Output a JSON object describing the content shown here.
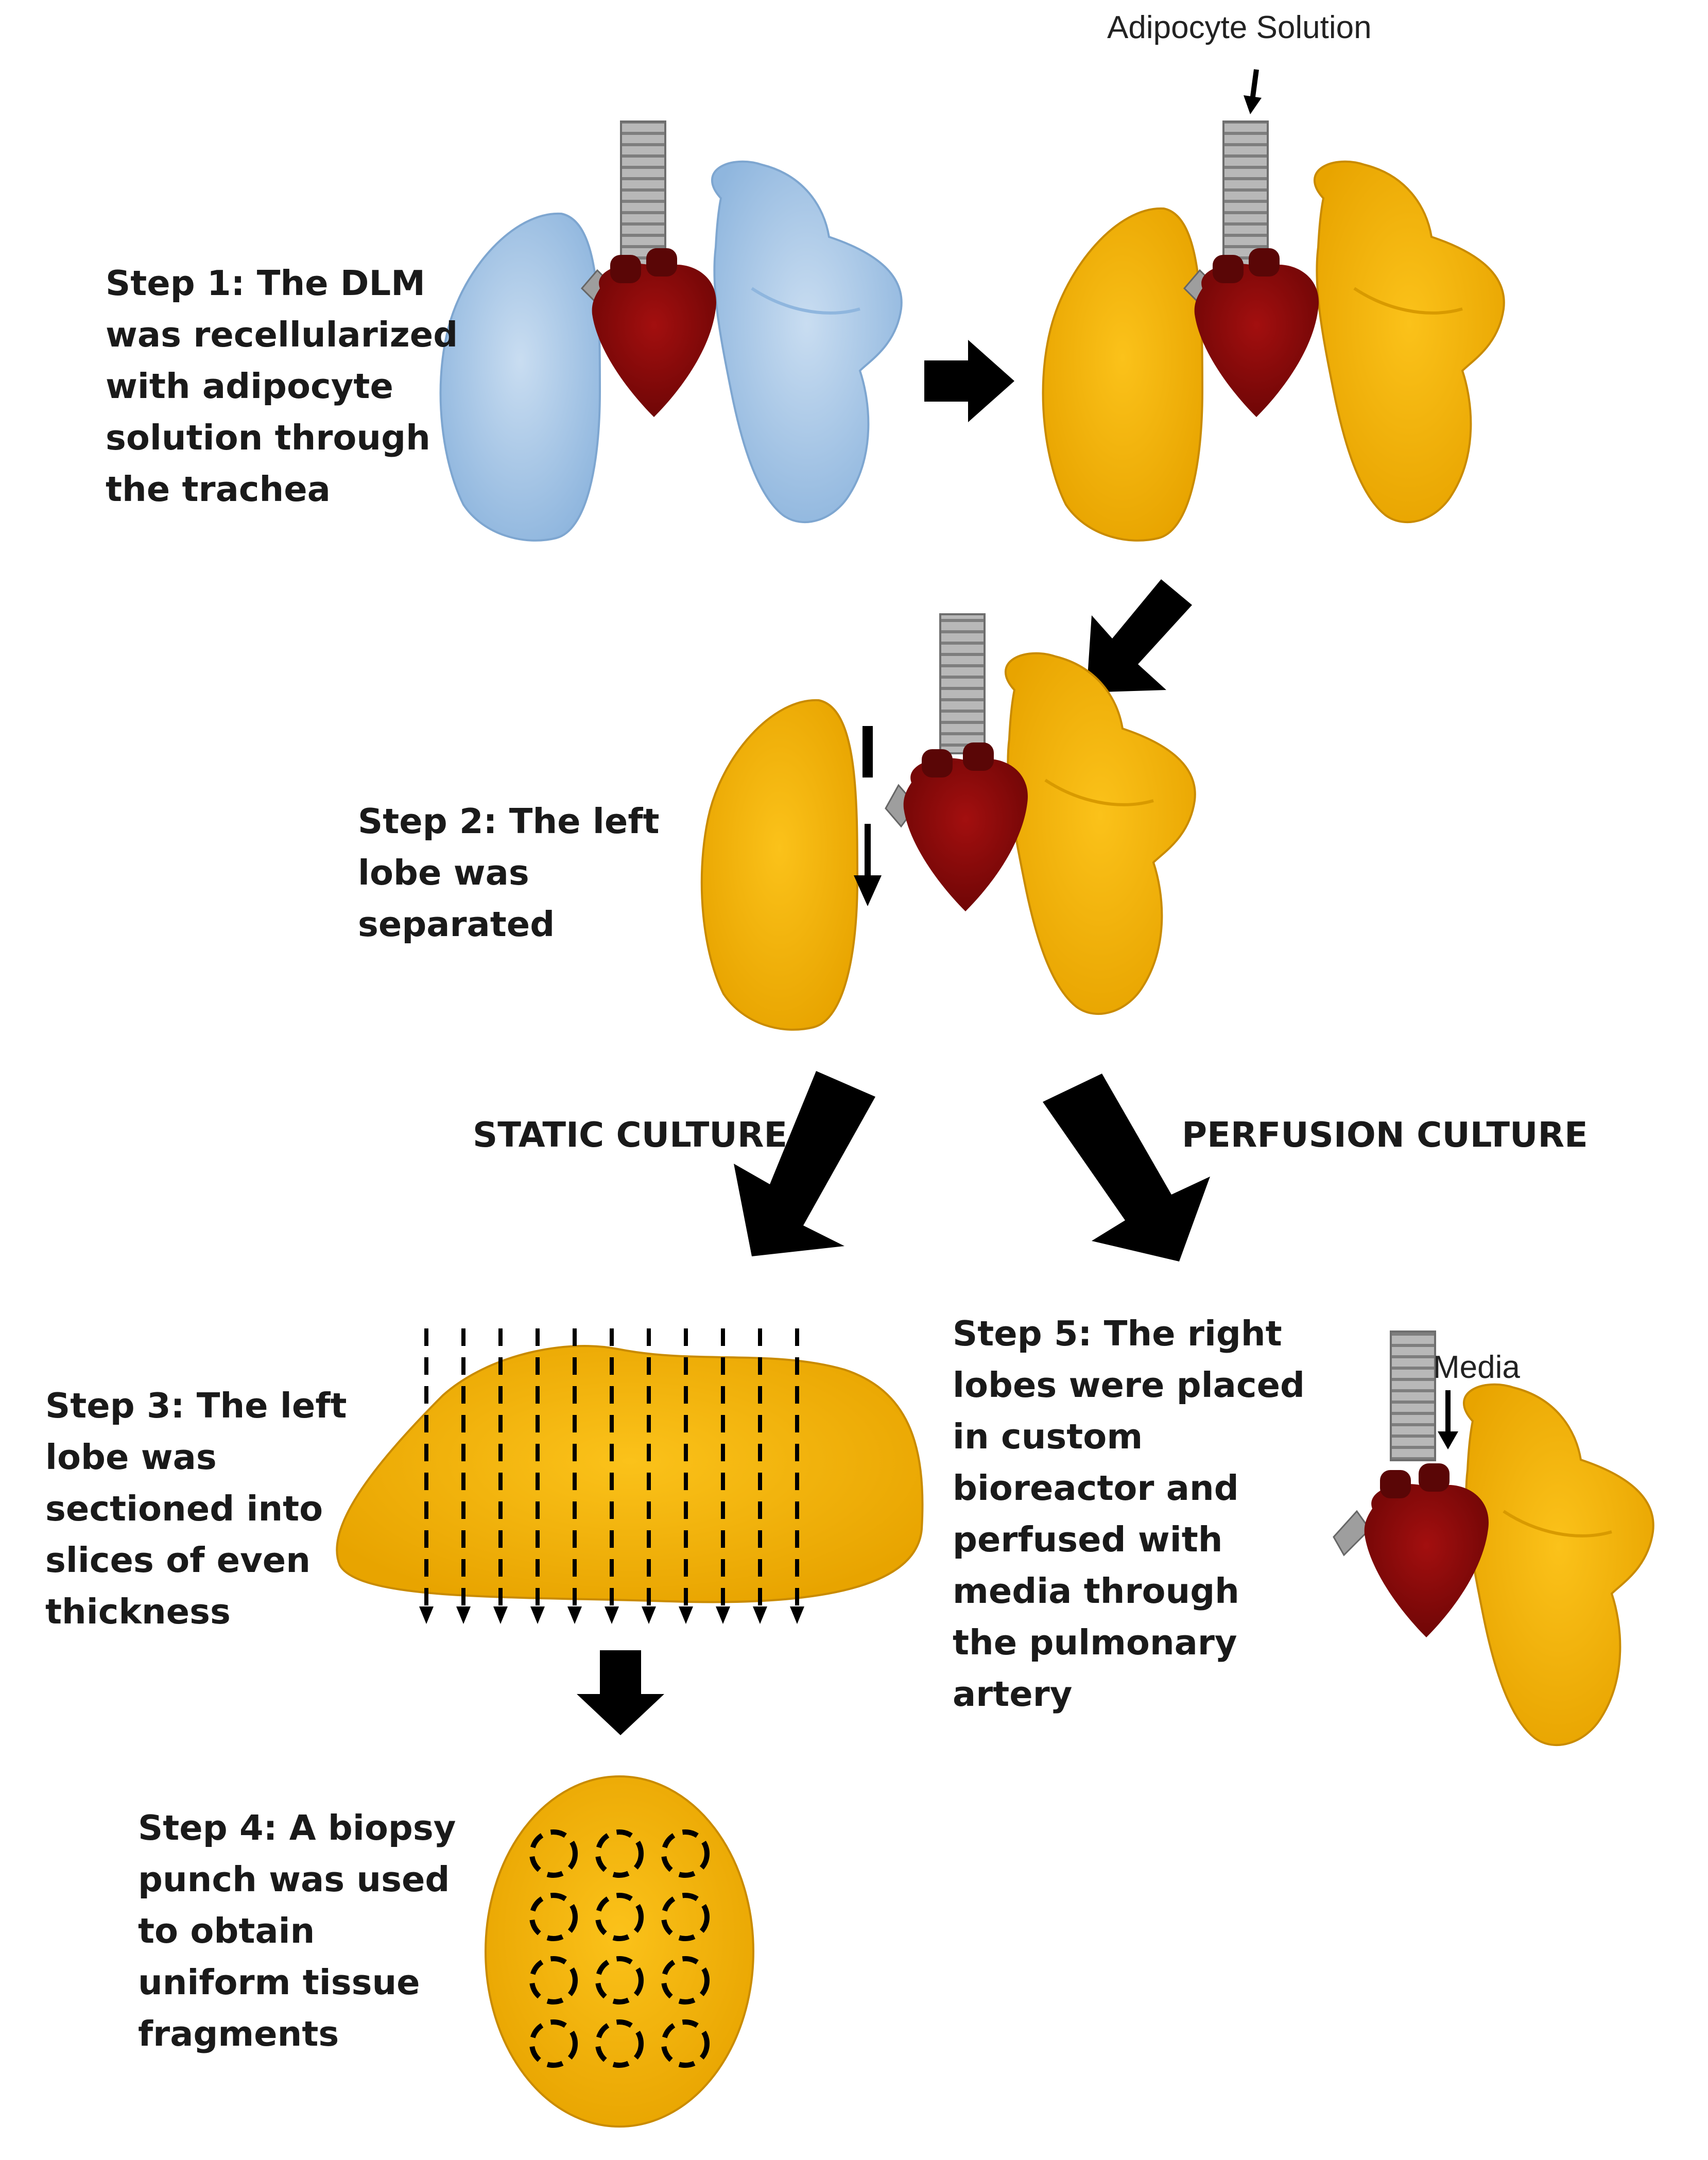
{
  "steps": {
    "step1": "Step 1: The DLM\nwas recellularized\nwith adipocyte\nsolution through\nthe trachea",
    "step2": "Step 2: The left\nlobe was\nseparated",
    "step3": "Step 3: The left\nlobe was\nsectioned into\nslices of even\nthickness",
    "step4": "Step 4: A biopsy\npunch was used\nto obtain\nuniform tissue\nfragments",
    "step5": "Step 5: The right\nlobes were placed\nin custom\nbioreactor and\nperfused with\nmedia through\nthe pulmonary\nartery"
  },
  "labels": {
    "adipocyte_solution": "Adipocyte Solution",
    "media": "Media",
    "static_culture": "STATIC CULTURE",
    "perfusion_culture": "PERFUSION CULTURE"
  },
  "colors": {
    "decell_lung": "#a9c8e8",
    "recell_lung": "#f2b100",
    "heart": "#8b0a0a",
    "heart_vessel": "#5a0606",
    "trachea": "#9e9e9e",
    "arrow": "#000000"
  },
  "icons": [
    "lung-decellularized",
    "lung-recellularized",
    "heart-icon",
    "trachea-icon",
    "arrow-icon",
    "cut-line",
    "biopsy-punch"
  ],
  "slice_cut_count": 11,
  "biopsy_grid": {
    "rows": 4,
    "cols": 3
  }
}
